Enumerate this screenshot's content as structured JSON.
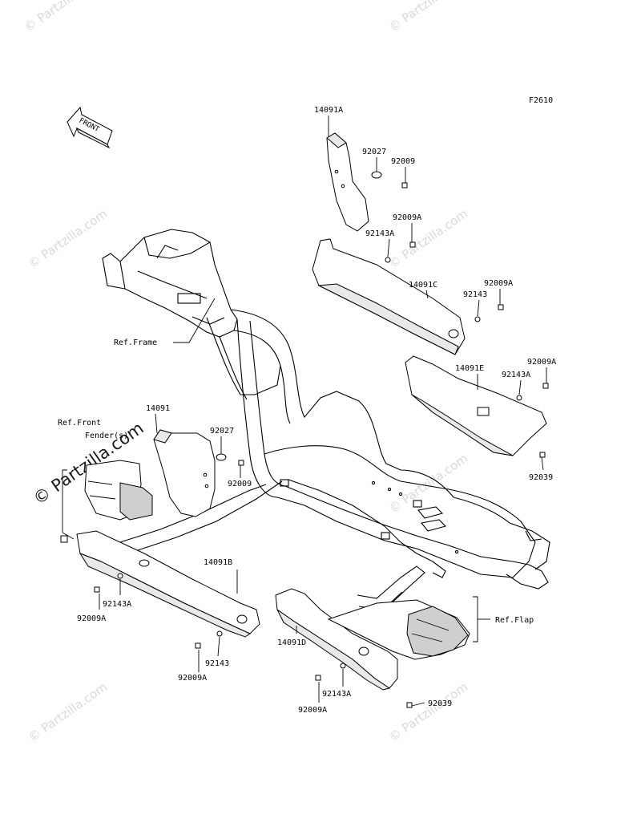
{
  "figure_code": "F2610",
  "front_arrow_label": "FRONT",
  "watermark": {
    "small": "© Partzilla.com",
    "large": "© Partzilla.com"
  },
  "labels": {
    "p14091A": "14091A",
    "p92027_top": "92027",
    "p92009_top": "92009",
    "p92009A_1": "92009A",
    "p92143A_1": "92143A",
    "p14091C": "14091C",
    "p92009A_2": "92009A",
    "p92143_1": "92143",
    "p92009A_3": "92009A",
    "p14091E": "14091E",
    "p92143A_2": "92143A",
    "p92039_1": "92039",
    "ref_frame": "Ref.Frame",
    "p14091": "14091",
    "ref_front_fender_1": "Ref.Front",
    "ref_front_fender_2": "Fender(s)",
    "p92027_mid": "92027",
    "p92009_mid": "92009",
    "p14091B": "14091B",
    "p92143A_3": "92143A",
    "p92009A_4": "92009A",
    "p92143_2": "92143",
    "p92009A_5": "92009A",
    "p14091D": "14091D",
    "ref_flap": "Ref.Flap",
    "p92143A_4": "92143A",
    "p92009A_6": "92009A",
    "p92039_2": "92039"
  }
}
